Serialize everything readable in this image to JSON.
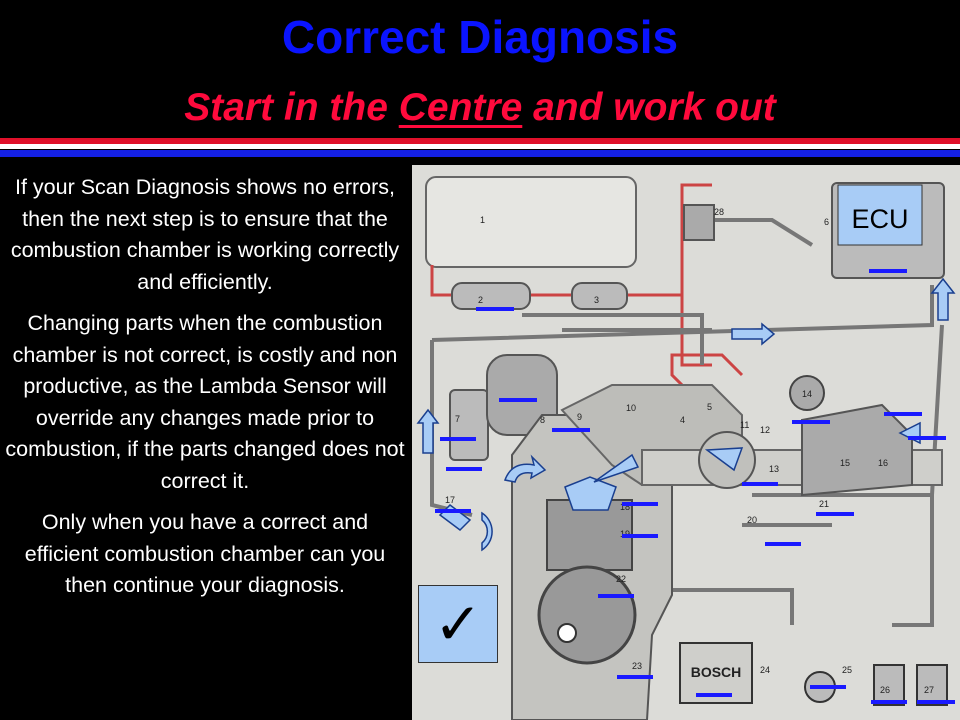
{
  "header": {
    "title": "Correct Diagnosis",
    "subtitle_before": "Start in the ",
    "subtitle_underlined": "Centre",
    "subtitle_after": " and work out"
  },
  "body_text": {
    "paragraph_1": "If your Scan Diagnosis shows no errors, then the next step  is to ensure that the combustion chamber is working correctly and efficiently.",
    "paragraph_2": "Changing parts when the combustion chamber is not correct, is costly and non productive, as the Lambda Sensor will override any changes made prior to combustion, if the parts changed does not correct it.",
    "paragraph_3": "Only when you have a correct and efficient combustion chamber can you then continue your diagnosis."
  },
  "diagram": {
    "ecu_label": "ECU",
    "brand_label": "BOSCH",
    "component_numbers": [
      "1",
      "2",
      "3",
      "4",
      "5",
      "6",
      "7",
      "8",
      "9",
      "10",
      "11",
      "12",
      "13",
      "14",
      "15",
      "16",
      "17",
      "18",
      "19",
      "20",
      "21",
      "22",
      "23",
      "24",
      "25",
      "26",
      "27",
      "28"
    ]
  },
  "checkmark": {
    "icon": "checkmark-icon",
    "symbol": "✓"
  },
  "colors": {
    "title": "#0a14ff",
    "subtitle": "#ff0a3c",
    "ecu_box": "#a8ccf6",
    "marker": "#1a1aff"
  }
}
